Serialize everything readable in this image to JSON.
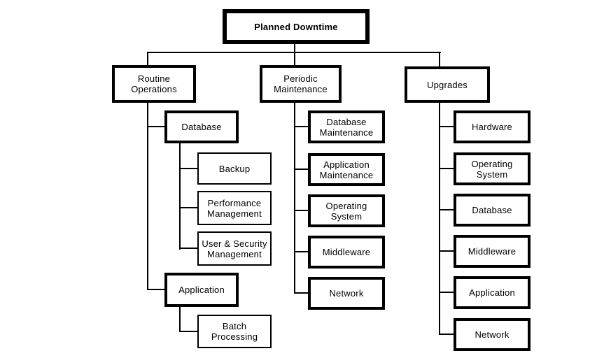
{
  "diagram": {
    "type": "hierarchy-tree",
    "title": "Planned Downtime",
    "colors": {
      "line": "#000000",
      "background": "#ffffff",
      "box_fill": "#ffffff",
      "text": "#000000"
    },
    "root": {
      "label": "Planned Downtime"
    },
    "branches": [
      {
        "label": "Routine\nOperations",
        "children": [
          {
            "label": "Database",
            "children": [
              {
                "label": "Backup"
              },
              {
                "label": "Performance\nManagement"
              },
              {
                "label": "User & Security\nManagement"
              }
            ]
          },
          {
            "label": "Application",
            "children": [
              {
                "label": "Batch\nProcessing"
              }
            ]
          }
        ]
      },
      {
        "label": "Periodic\nMaintenance",
        "children": [
          {
            "label": "Database\nMaintenance"
          },
          {
            "label": "Application\nMaintenance"
          },
          {
            "label": "Operating\nSystem"
          },
          {
            "label": "Middleware"
          },
          {
            "label": "Network"
          }
        ]
      },
      {
        "label": "Upgrades",
        "children": [
          {
            "label": "Hardware"
          },
          {
            "label": "Operating\nSystem"
          },
          {
            "label": "Database"
          },
          {
            "label": "Middleware"
          },
          {
            "label": "Application"
          },
          {
            "label": "Network"
          }
        ]
      }
    ]
  }
}
